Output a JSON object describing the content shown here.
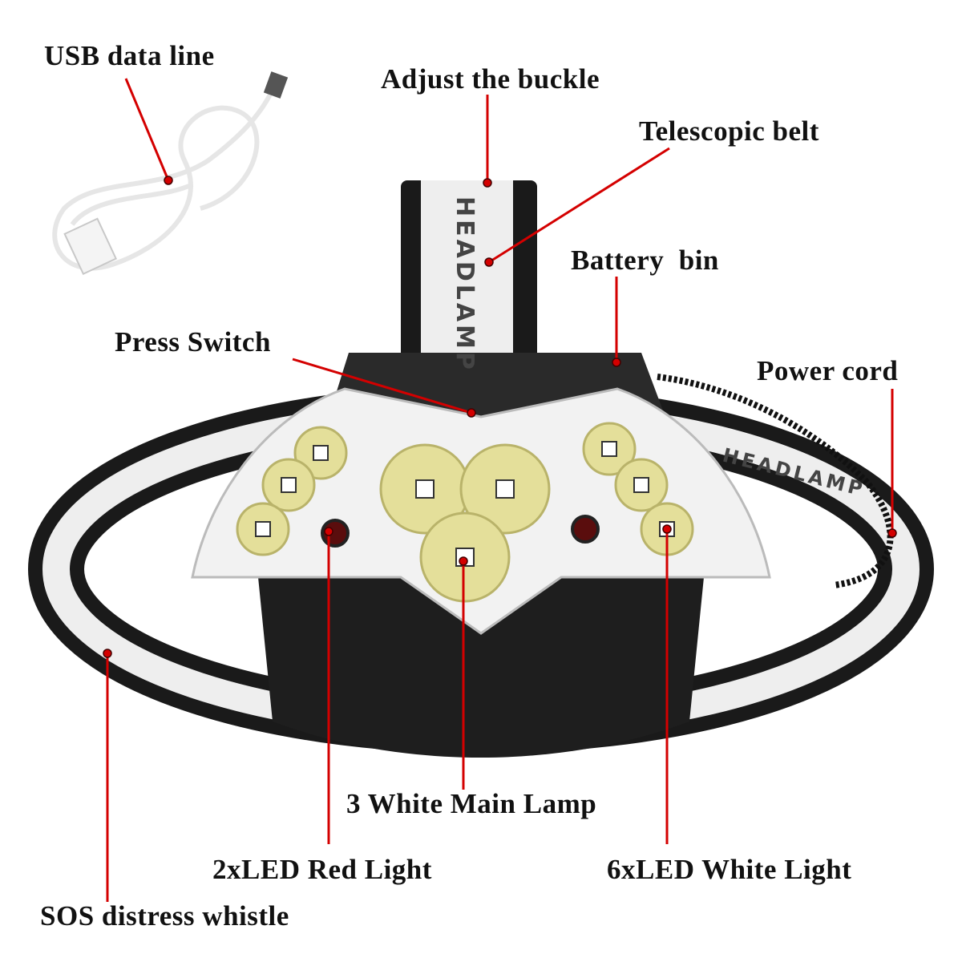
{
  "labels": {
    "usb": "USB data line",
    "buckle": "Adjust the buckle",
    "belt": "Telescopic belt",
    "battery": "Battery  bin",
    "switch": "Press Switch",
    "power": "Power cord",
    "main_lamp": "3 White Main Lamp",
    "red_light": "2xLED Red Light",
    "white_light": "6xLED White Light",
    "sos": "SOS distress whistle"
  },
  "strap_text": {
    "front": "HEADLAMP",
    "top": "HEADLAMP"
  },
  "colors": {
    "leader": "#d40000",
    "led": "#e4df9a",
    "body": "#1a1a1a",
    "plate": "#f2f2f2",
    "red_led": "#5a0d0d"
  }
}
